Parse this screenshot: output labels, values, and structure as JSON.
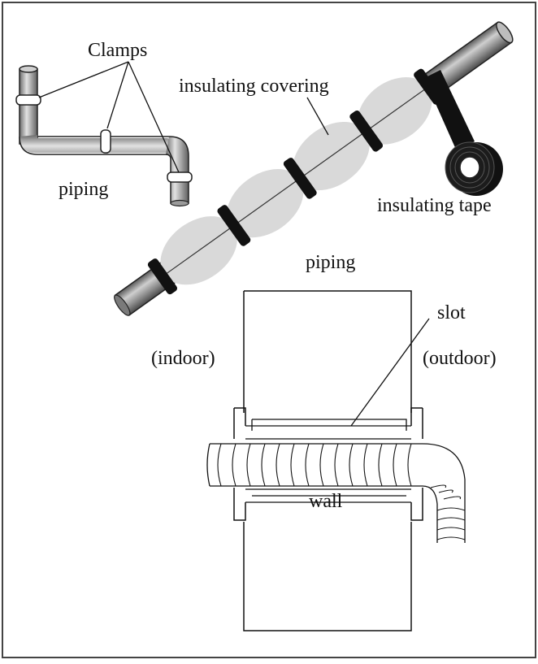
{
  "labels": {
    "clamps": "Clamps",
    "piping_small": "piping",
    "insulating_covering": "insulating covering",
    "insulating_tape": "insulating tape",
    "piping_main": "piping",
    "slot": "slot",
    "indoor": "(indoor)",
    "outdoor": "(outdoor)",
    "wall": "wall"
  },
  "colors": {
    "frame": "#444444",
    "line": "#111111",
    "pipe_fill": "#8e8e8e",
    "covering_fill": "#d9d9d9",
    "tape_fill": "#111111"
  }
}
